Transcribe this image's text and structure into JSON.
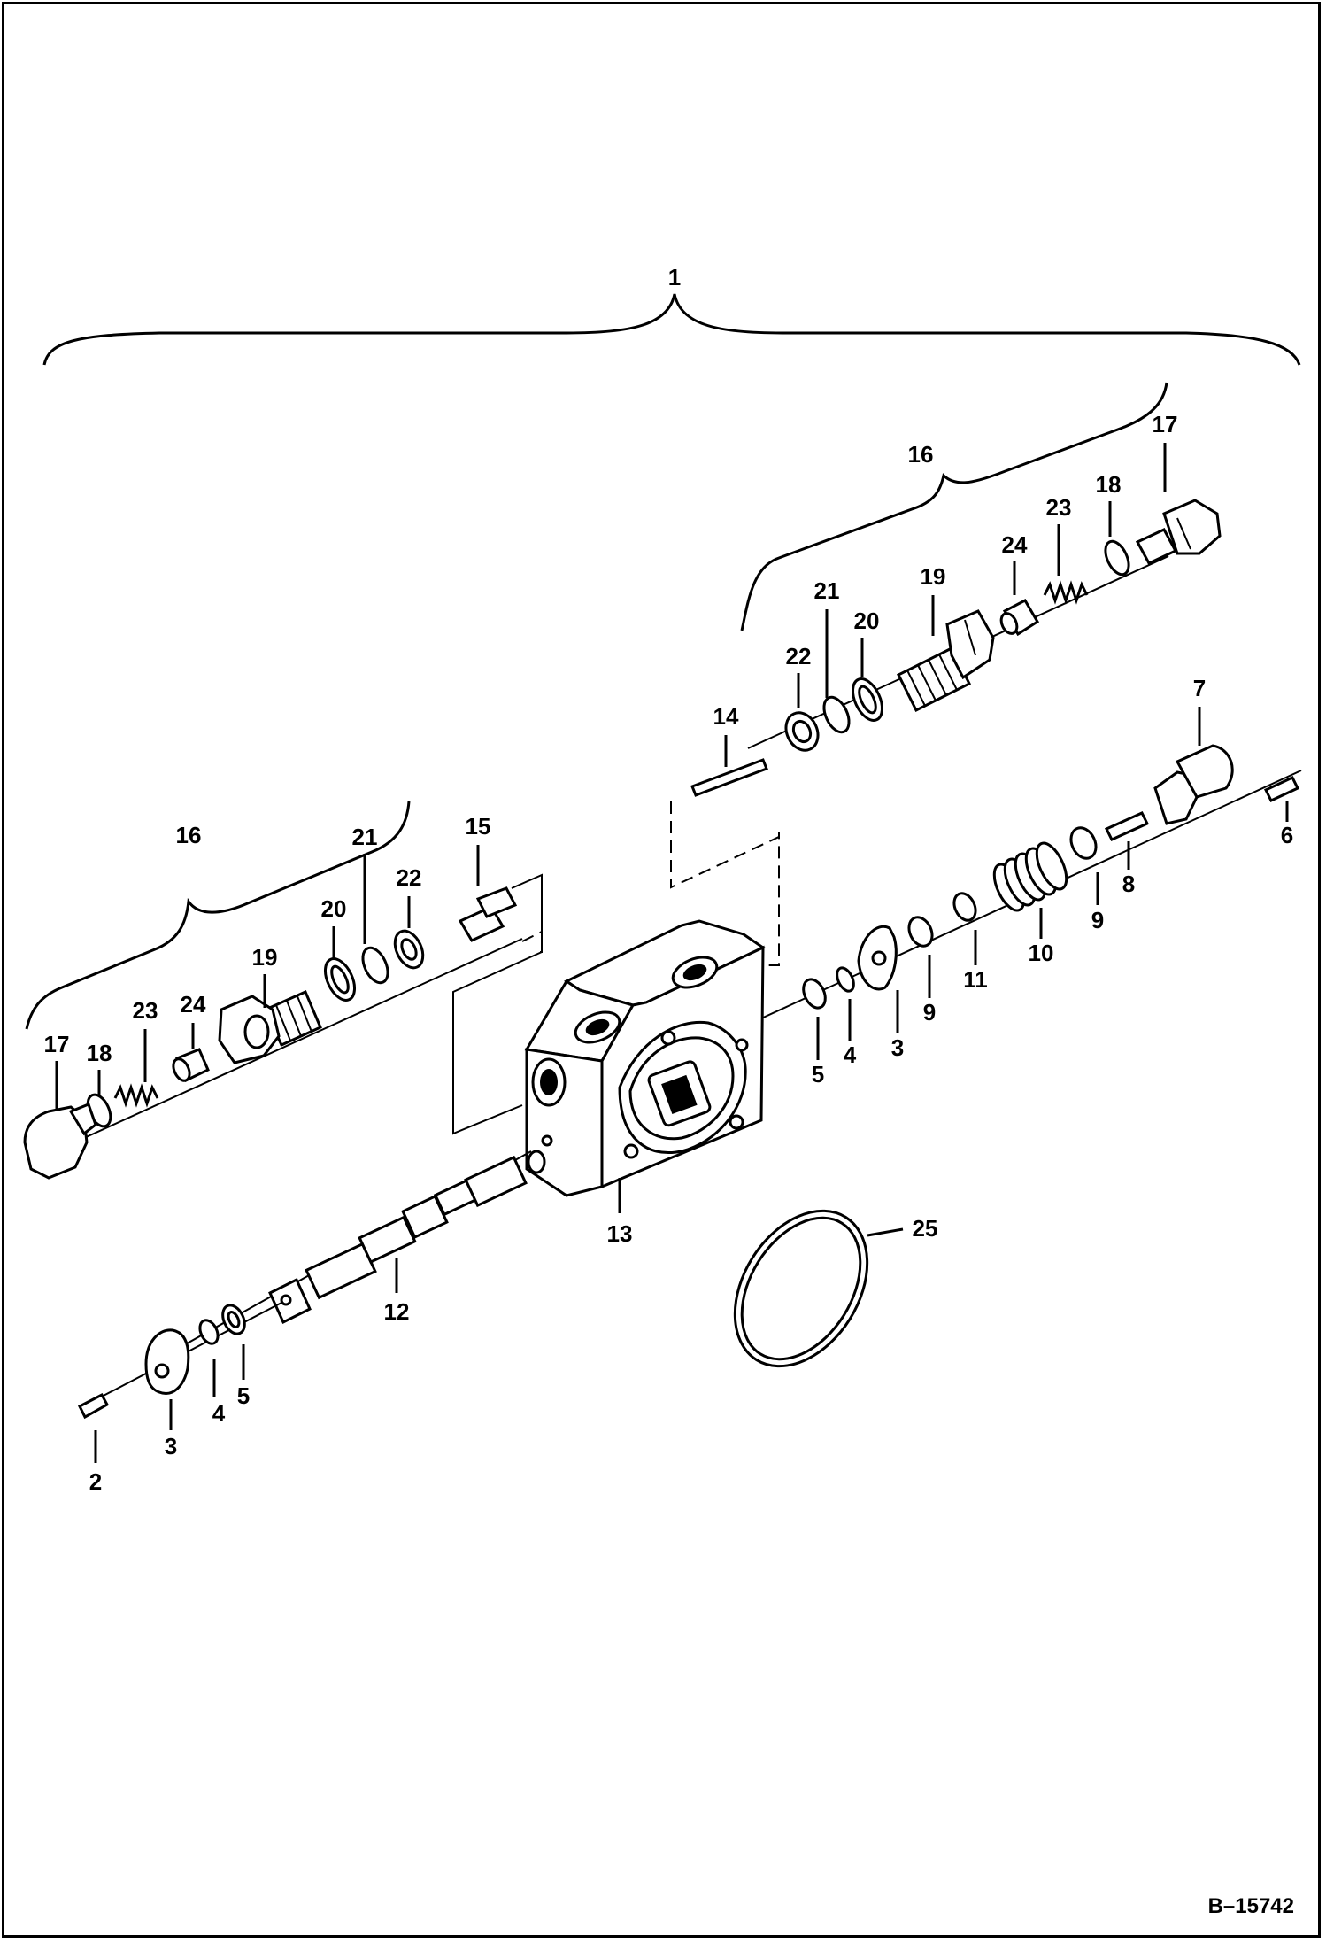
{
  "figure_ref": "B–15742",
  "callouts": {
    "c1": "1",
    "c16_top": "16",
    "c17_top": "17",
    "c18_top": "18",
    "c23_top": "23",
    "c24_top": "24",
    "c19_top": "19",
    "c20_top": "20",
    "c21_top": "21",
    "c22_top": "22",
    "c14": "14",
    "c7": "7",
    "c6": "6",
    "c8": "8",
    "c9_right": "9",
    "c10": "10",
    "c11": "11",
    "c9_mid": "9",
    "c3_mid": "3",
    "c4_mid": "4",
    "c5_mid": "5",
    "c16_left": "16",
    "c15": "15",
    "c21_left": "21",
    "c22_left": "22",
    "c20_left": "20",
    "c19_left": "19",
    "c24_left": "24",
    "c23_left": "23",
    "c18_left": "18",
    "c17_left": "17",
    "c13": "13",
    "c25": "25",
    "c12": "12",
    "c3_low": "3",
    "c4_low": "4",
    "c5_low": "5",
    "c2": "2"
  }
}
